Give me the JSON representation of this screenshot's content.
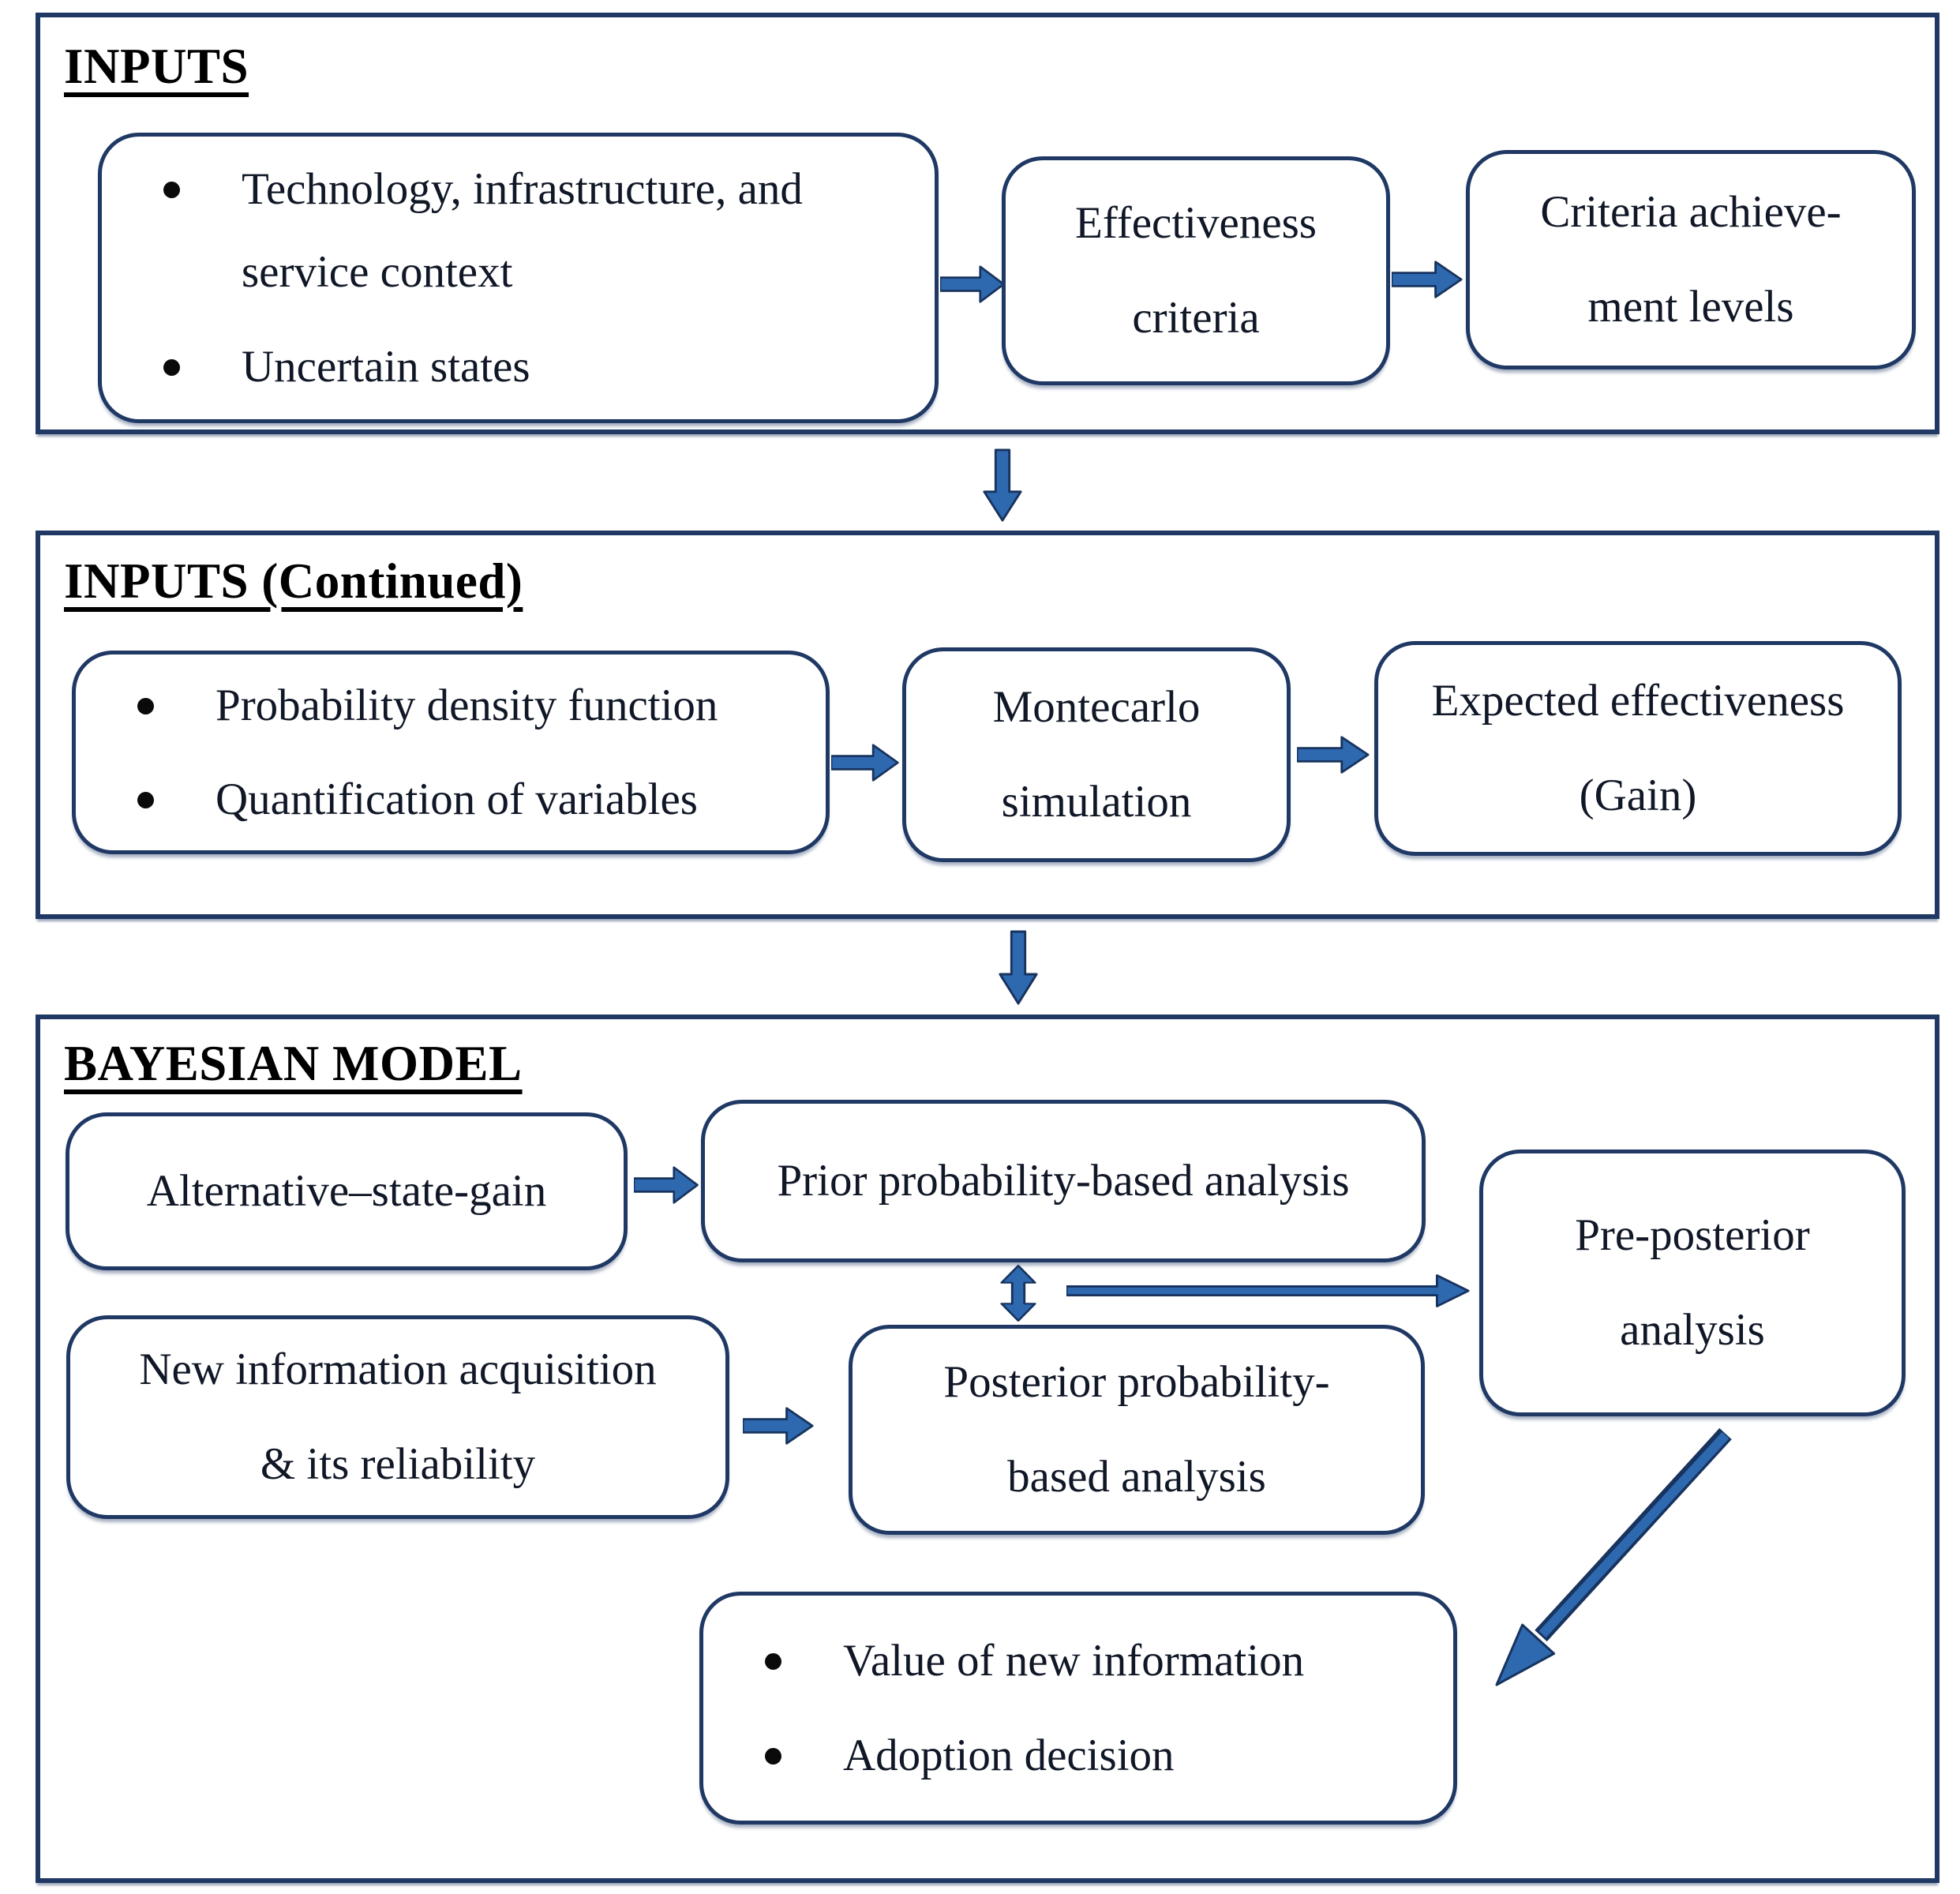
{
  "figure": {
    "title_note": "Flow diagram of inputs and Bayesian model",
    "colors": {
      "line": "#1f3864",
      "arrow": "#2e69b0",
      "arrow_edge": "#17335e",
      "text": "#101726",
      "heading": "#000000"
    },
    "bullet_glyph": "•",
    "sections": [
      {
        "title": "INPUTS",
        "bullets": [
          "Technology, infrastructure, and service context",
          "Uncertain states"
        ],
        "boxes": [
          {
            "label": "Effectiveness\ncriteria"
          },
          {
            "label": "Criteria achieve-\nment levels"
          }
        ]
      },
      {
        "title": "INPUTS (Continued)",
        "bullets": [
          "Probability density function",
          "Quantification of variables"
        ],
        "boxes": [
          {
            "label": "Montecarlo\nsimulation"
          },
          {
            "label": "Expected effectiveness\n(Gain)"
          }
        ]
      },
      {
        "title": "BAYESIAN MODEL",
        "boxes": [
          {
            "label": "Alternative–state-gain"
          },
          {
            "label": "Prior probability-based analysis"
          },
          {
            "label": "Pre-posterior\nanalysis"
          },
          {
            "label": "New information acquisition\n& its reliability"
          },
          {
            "label": "Posterior probability-\nbased analysis"
          }
        ],
        "bullets": [
          "Value of new information",
          "Adoption decision"
        ]
      }
    ],
    "connections": [
      {
        "from": "inputs-bullet-box",
        "to": "effectiveness-criteria",
        "type": "arrow-right"
      },
      {
        "from": "effectiveness-criteria",
        "to": "criteria-achievement-levels",
        "type": "arrow-right"
      },
      {
        "from": "section-inputs",
        "to": "section-inputs-continued",
        "type": "arrow-down"
      },
      {
        "from": "inputs-continued-bullet-box",
        "to": "montecarlo-simulation",
        "type": "arrow-right"
      },
      {
        "from": "montecarlo-simulation",
        "to": "expected-effectiveness-gain",
        "type": "arrow-right"
      },
      {
        "from": "section-inputs-continued",
        "to": "section-bayesian-model",
        "type": "arrow-down"
      },
      {
        "from": "alternative-state-gain",
        "to": "prior-probability-based-analysis",
        "type": "arrow-right"
      },
      {
        "from": "prior-probability-based-analysis",
        "to": "posterior-probability-based-analysis",
        "type": "arrow-double-vertical"
      },
      {
        "from": "prior-and-posterior-analysis",
        "to": "pre-posterior-analysis",
        "type": "arrow-right-long"
      },
      {
        "from": "new-information-acquisition",
        "to": "posterior-probability-based-analysis",
        "type": "arrow-right"
      },
      {
        "from": "pre-posterior-analysis",
        "to": "value-and-adoption-bullet-box",
        "type": "arrow-diagonal"
      }
    ]
  }
}
